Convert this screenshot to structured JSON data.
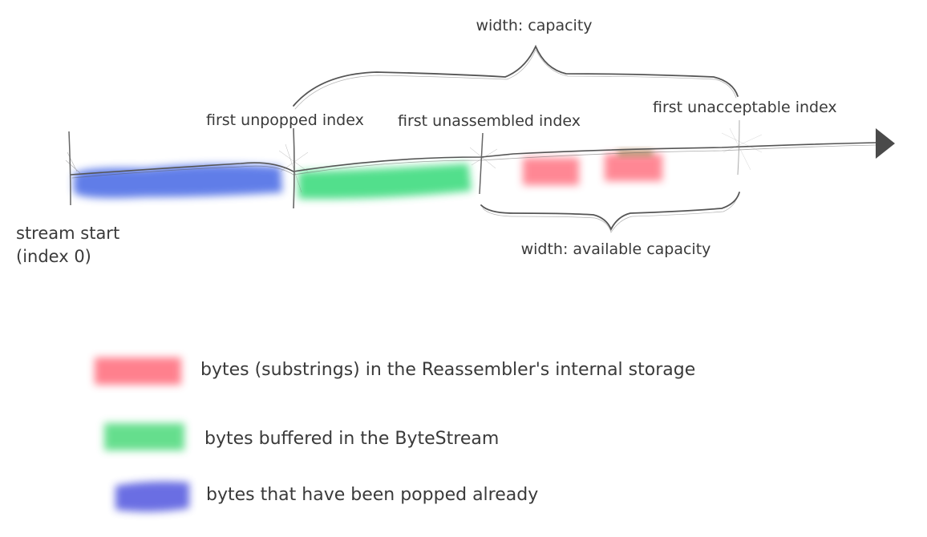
{
  "diagram": {
    "labels": {
      "stream_start_line1": "stream start",
      "stream_start_line2": "(index 0)",
      "first_unpopped": "first unpopped index",
      "first_unassembled": "first unassembled index",
      "first_unacceptable": "first unacceptable index",
      "width_capacity": "width: capacity",
      "width_available": "width: available capacity"
    },
    "legend": [
      {
        "color": "#ff6b7a",
        "text": "bytes (substrings) in the Reassembler's internal storage"
      },
      {
        "color": "#4cd97a",
        "text": "bytes buffered in the ByteStream"
      },
      {
        "color": "#5a5ee0",
        "text": "bytes that have been popped already"
      }
    ],
    "colors": {
      "popped": "#4f6fe6",
      "buffered": "#3fdc80",
      "storage": "#ff6b7a",
      "line": "#555555"
    }
  }
}
